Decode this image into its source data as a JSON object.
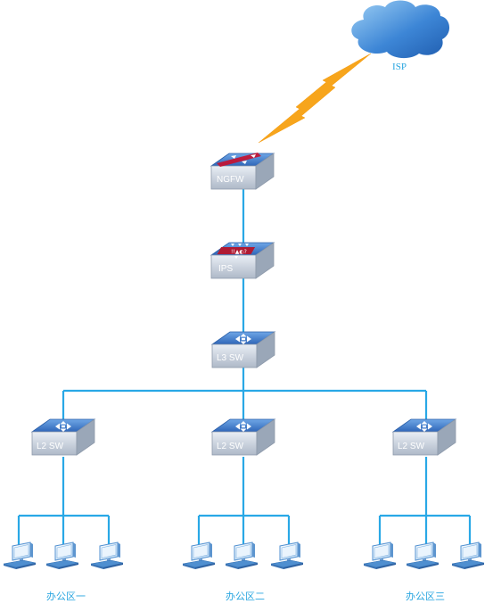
{
  "cloud": {
    "label": "ISP"
  },
  "devices": {
    "ngfw": {
      "label": "NGFW"
    },
    "ips": {
      "label": "IPS",
      "panel": "!!▲◐?"
    },
    "core": {
      "label": "L3 SW"
    },
    "access": [
      {
        "label": "L2 SW"
      },
      {
        "label": "L2 SW"
      },
      {
        "label": "L2 SW"
      }
    ]
  },
  "offices": [
    {
      "label": "办公区一"
    },
    {
      "label": "办公区二"
    },
    {
      "label": "办公区三"
    }
  ],
  "colors": {
    "link": "#29a8e6",
    "wan_link": "#f7a51c",
    "device_top": "#3d7cc9",
    "device_side": "#bcc6d3",
    "cloud": "#2f73c8",
    "firewall_band": "#c8102e"
  },
  "icons": [
    "cloud-icon",
    "firewall-icon",
    "ips-icon",
    "l3-switch-icon",
    "l2-switch-icon",
    "pc-icon"
  ]
}
